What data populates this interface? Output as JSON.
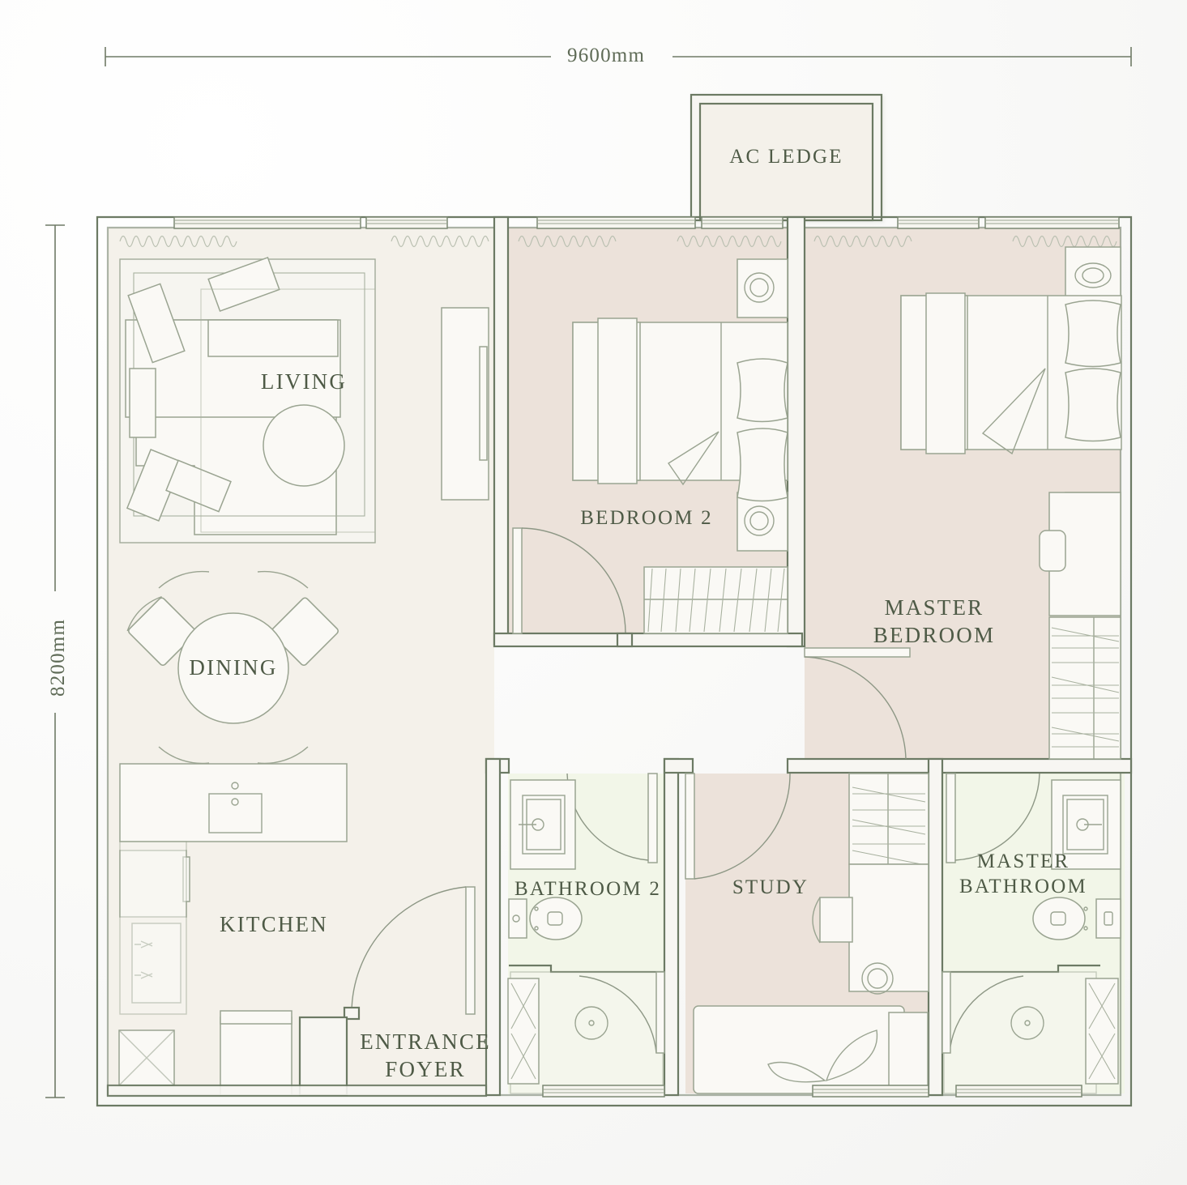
{
  "plan": {
    "title": "apartment-floor-plan",
    "width_label": "9600mm",
    "height_label": "8200mm",
    "colors": {
      "wall_stroke": "#6c7a64",
      "furniture_stroke": "#9aa491",
      "label_text": "#4e5a46",
      "living_fill": "#f4f1ea",
      "bedroom_fill": "#ece2da",
      "bathroom_fill": "#f2f6e8",
      "furniture_fill": "#faf9f5",
      "ledge_fill": "#f2efe7",
      "page_bg": "#f6f6f4"
    }
  },
  "rooms": [
    {
      "key": "ac_ledge",
      "label": "AC LEDGE",
      "font_size": 25
    },
    {
      "key": "living",
      "label": "LIVING",
      "font_size": 27
    },
    {
      "key": "dining",
      "label": "DINING",
      "font_size": 27
    },
    {
      "key": "kitchen",
      "label": "KITCHEN",
      "font_size": 27
    },
    {
      "key": "entrance_foyer",
      "label": "ENTRANCE\nFOYER",
      "font_size": 27
    },
    {
      "key": "bathroom_2",
      "label": "BATHROOM 2",
      "font_size": 25
    },
    {
      "key": "study",
      "label": "STUDY",
      "font_size": 25
    },
    {
      "key": "master_bathroom",
      "label": "MASTER\nBATHROOM",
      "font_size": 25
    },
    {
      "key": "bedroom_2",
      "label": "BEDROOM 2",
      "font_size": 25
    },
    {
      "key": "master_bedroom",
      "label": "MASTER\nBEDROOM",
      "font_size": 27
    }
  ],
  "dimensions": {
    "horizontal": {
      "value": "9600mm",
      "name": "overall-width"
    },
    "vertical": {
      "value": "8200mm",
      "name": "overall-depth"
    }
  },
  "fixtures": {
    "living": [
      "sectional-sofa",
      "throw-cushions",
      "area-rug",
      "round-coffee-table",
      "tv-console"
    ],
    "dining": [
      "round-dining-table",
      "dining-chair-x4"
    ],
    "kitchen": [
      "kitchen-island",
      "sink",
      "lower-cabinets",
      "hob",
      "washer",
      "refrigerator"
    ],
    "bedroom_2": [
      "double-bed",
      "pillow-x2",
      "nightstand-lamp-x2",
      "wardrobe"
    ],
    "master_bedroom": [
      "king-bed",
      "pillow-x2",
      "nightstand-lamp-x2",
      "vanity-desk",
      "wardrobe"
    ],
    "bathroom_2": [
      "vanity-basin",
      "mirror",
      "wc",
      "shower-drain",
      "shower-screen",
      "window"
    ],
    "master_bathroom": [
      "vanity-basin",
      "mirror",
      "wc",
      "shower-drain",
      "shower-screen",
      "window"
    ],
    "study": [
      "desk",
      "task-chair",
      "overhead-shelf",
      "planter",
      "window"
    ]
  }
}
